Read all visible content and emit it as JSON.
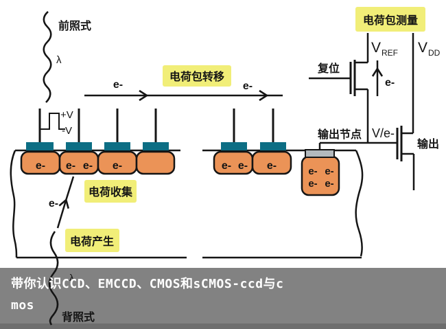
{
  "title_overlay": {
    "line1": "带你认识CCD、EMCCD、CMOS和sCMOS-ccd与c",
    "line2": "mos"
  },
  "labels": {
    "front_illuminated": "前照式",
    "back_illuminated": "背照式",
    "photon": "λ",
    "charge_transfer": "电荷包转移",
    "charge_measurement": "电荷包测量",
    "charge_collection": "电荷收集",
    "charge_generation": "电荷产生",
    "reset": "复位",
    "output_node": "输出节点",
    "output": "输出",
    "node_voltage": "V/e-",
    "clock_high": "+V",
    "clock_low": "-V",
    "electron": "e-",
    "v_ref_base": "V",
    "v_ref_sub": "REF",
    "v_dd_base": "V",
    "v_dd_sub": "DD"
  },
  "wells": {
    "array_group1": [
      "e-",
      "e- e-",
      "e-",
      ""
    ],
    "array_group2": [
      "e- e-",
      "e-"
    ],
    "floating_diffusion": "e- e- e- e-"
  },
  "colors": {
    "gate_teal": "#0d6e84",
    "well_orange": "#eb9357",
    "label_bg_yellow": "#f1ee78",
    "output_gate_gray": "#b3b9bd",
    "overlay_band_gray": "#828282",
    "line_black": "#151515",
    "caption_text": "#ffffff"
  }
}
